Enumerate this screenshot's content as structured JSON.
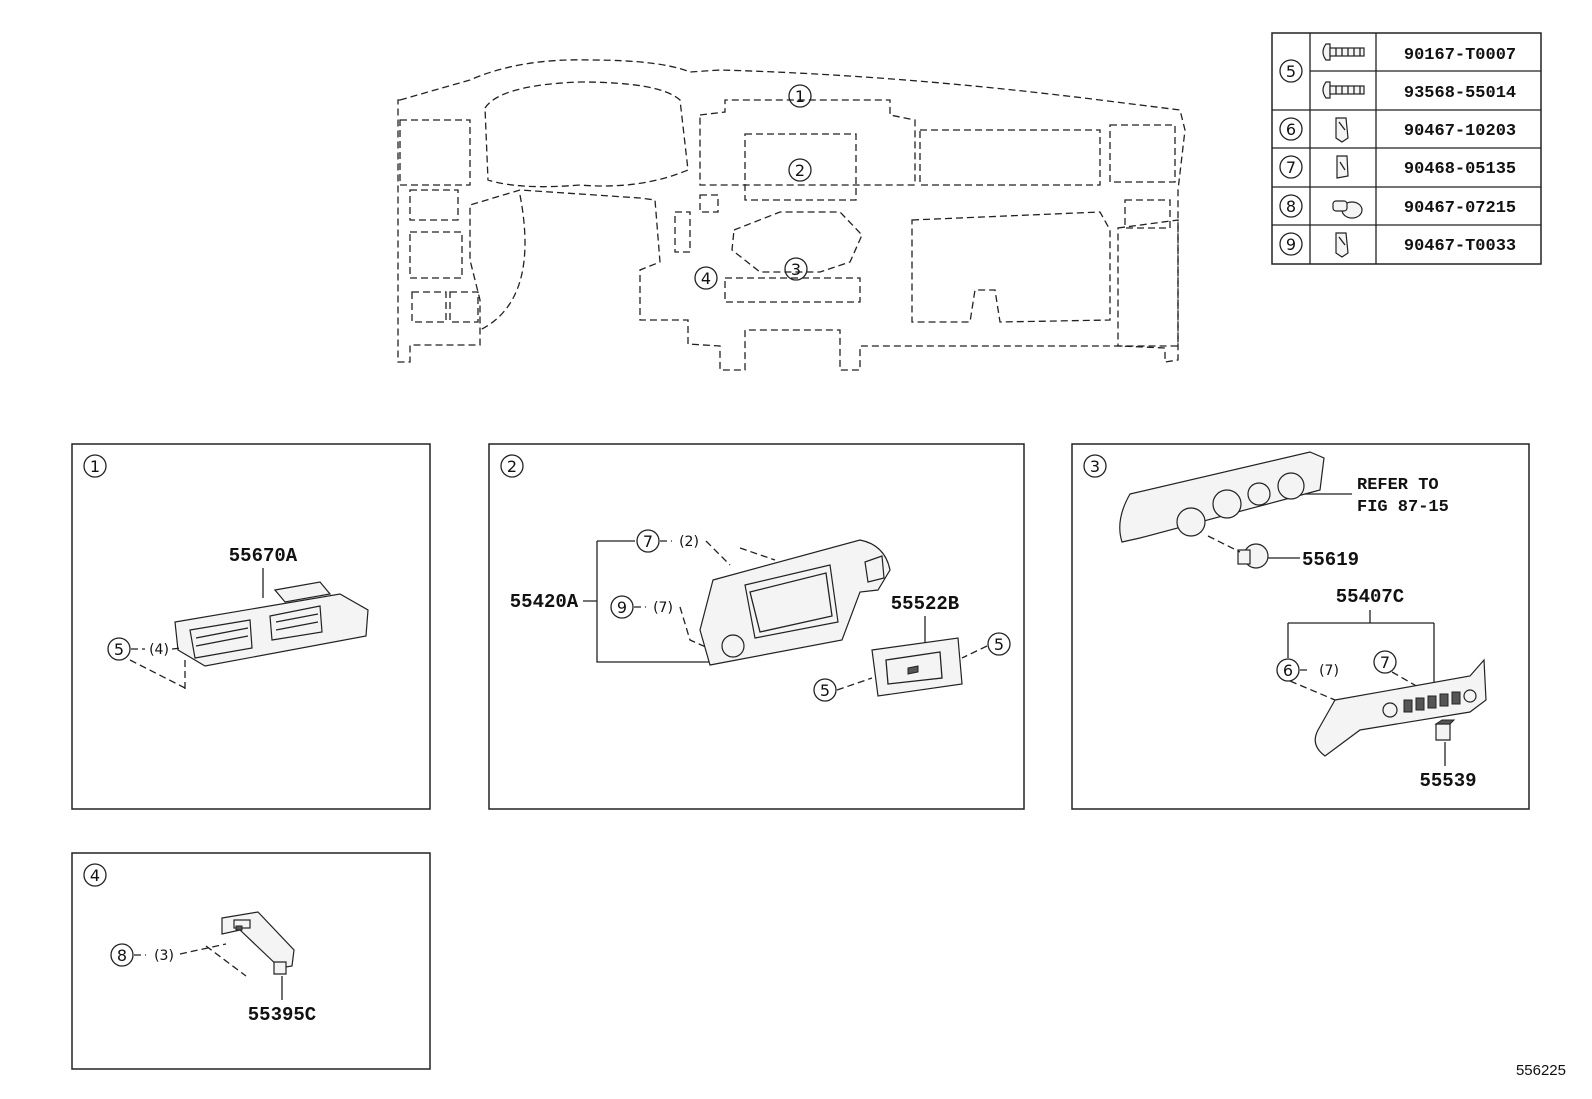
{
  "fastener_table": [
    {
      "callout": "5",
      "part_numbers": [
        "90167-T0007",
        "93568-55014"
      ],
      "icons": [
        "screw-icon",
        "screw-icon"
      ]
    },
    {
      "callout": "6",
      "part_numbers": [
        "90467-10203"
      ],
      "icons": [
        "clip-icon"
      ]
    },
    {
      "callout": "7",
      "part_numbers": [
        "90468-05135"
      ],
      "icons": [
        "clip-icon"
      ]
    },
    {
      "callout": "8",
      "part_numbers": [
        "90467-07215"
      ],
      "icons": [
        "push-rivet-icon"
      ]
    },
    {
      "callout": "9",
      "part_numbers": [
        "90467-T0033"
      ],
      "icons": [
        "clip-icon"
      ]
    }
  ],
  "overview": {
    "callouts": [
      "1",
      "2",
      "3",
      "4"
    ]
  },
  "panels": {
    "p1": {
      "callout": "1",
      "part": "55670A",
      "fastener": "5",
      "qty": "(4)"
    },
    "p2": {
      "callout": "2",
      "part_main": "55420A",
      "part_screen": "55522B",
      "fastener_a": "7",
      "qty_a": "(2)",
      "fastener_b": "9",
      "qty_b": "(7)",
      "fastener_c": "5",
      "fastener_d": "5"
    },
    "p3": {
      "callout": "3",
      "refer_line1": "REFER TO",
      "refer_line2": "FIG 87-15",
      "part_knob": "55619",
      "part_panel": "55407C",
      "part_switch": "55539",
      "fastener_a": "6",
      "qty_a": "(7)",
      "fastener_b": "7"
    },
    "p4": {
      "callout": "4",
      "part": "55395C",
      "fastener": "8",
      "qty": "(3)"
    }
  },
  "illustration_id": "556225"
}
